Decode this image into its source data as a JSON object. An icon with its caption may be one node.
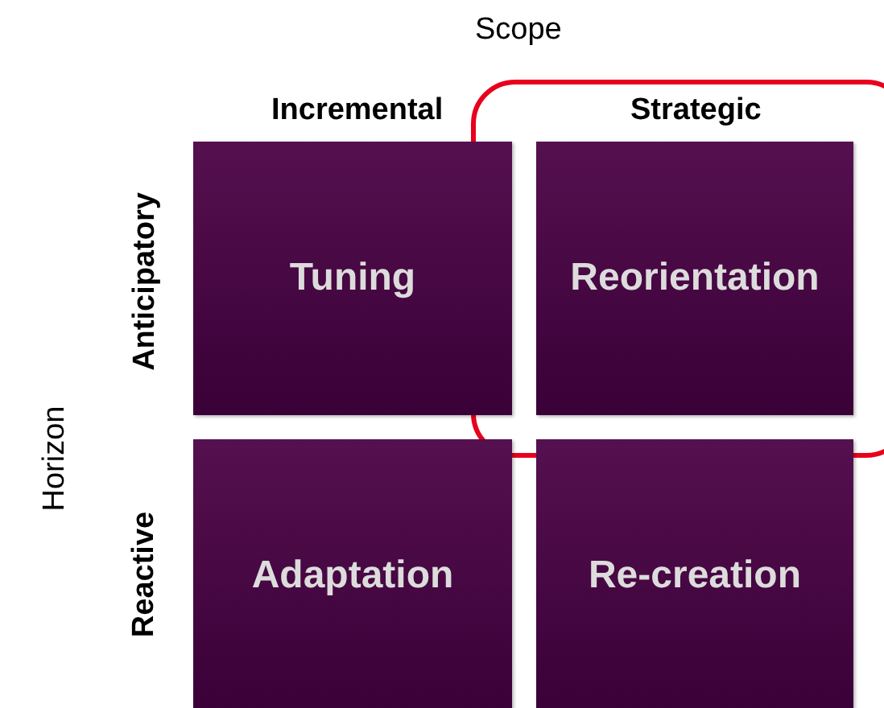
{
  "diagram": {
    "nodes": [
      {
        "text": [
          "Tuning"
        ]
      },
      {
        "text": [
          "Reorientation"
        ]
      },
      {
        "text": [
          "Adaptation"
        ]
      },
      {
        "text": [
          "Re-creation"
        ]
      }
    ],
    "labels": [
      "Scope",
      "Incremental",
      "Strategic",
      "Horizon",
      "Anticipatory",
      "Reactive"
    ]
  }
}
